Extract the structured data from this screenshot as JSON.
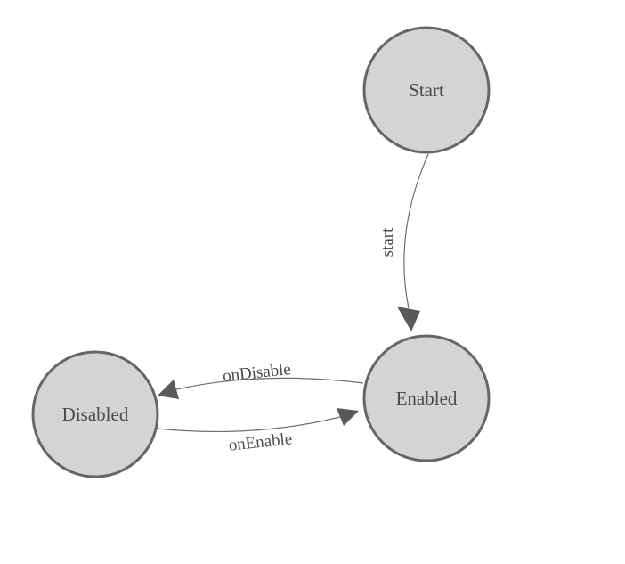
{
  "diagram": {
    "type": "state-machine",
    "colors": {
      "background": "#ffffff",
      "node_fill": "#d4d4d4",
      "node_stroke": "#666666",
      "text": "#4a4b4d",
      "edge_line": "#6e6e6e",
      "arrowhead": "#58595b"
    },
    "nodes": [
      {
        "id": "start",
        "label": "Start"
      },
      {
        "id": "enabled",
        "label": "Enabled"
      },
      {
        "id": "disabled",
        "label": "Disabled"
      }
    ],
    "edges": [
      {
        "from": "Start",
        "to": "Enabled",
        "label": "start"
      },
      {
        "from": "Enabled",
        "to": "Disabled",
        "label": "onDisable"
      },
      {
        "from": "Disabled",
        "to": "Enabled",
        "label": "onEnable"
      }
    ]
  }
}
